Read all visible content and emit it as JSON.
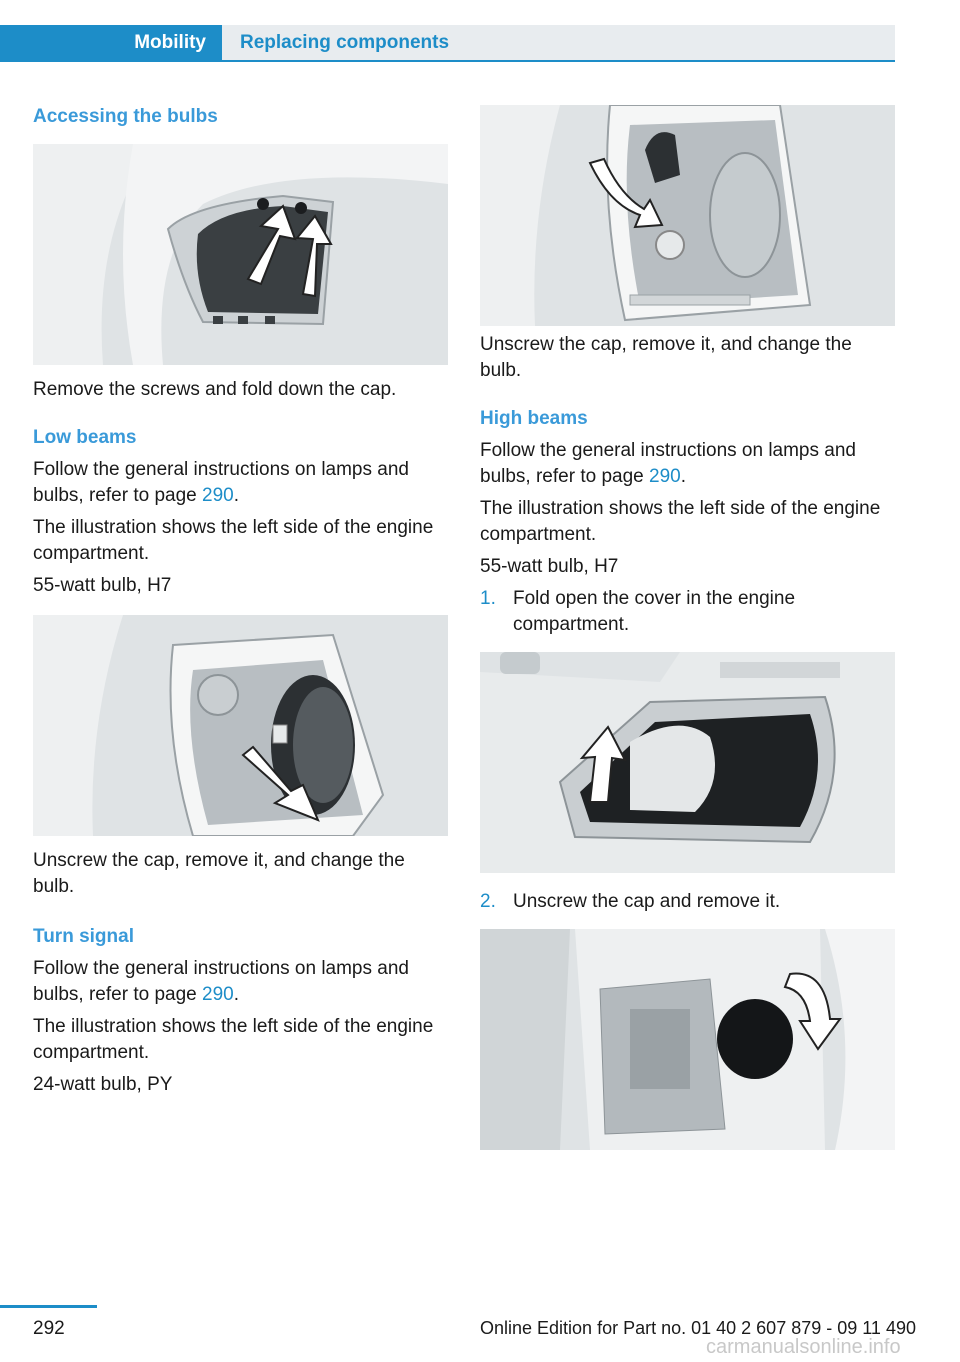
{
  "header": {
    "section": "Mobility",
    "chapter": "Replacing components"
  },
  "left": {
    "access_heading": "Accessing the bulbs",
    "access_caption": "Remove the screws and fold down the cap.",
    "low_heading": "Low beams",
    "low_p1_pre": "Follow the general instructions on lamps and bulbs, refer to page ",
    "low_p1_link": "290",
    "low_p1_post": ".",
    "low_p2": "The illustration shows the left side of the engine compartment.",
    "low_p3": "55-watt bulb, H7",
    "low_caption": "Unscrew the cap, remove it, and change the bulb.",
    "turn_heading": "Turn signal",
    "turn_p1_pre": "Follow the general instructions on lamps and bulbs, refer to page ",
    "turn_p1_link": "290",
    "turn_p1_post": ".",
    "turn_p2": "The illustration shows the left side of the engine compartment.",
    "turn_p3": "24-watt bulb, PY"
  },
  "right": {
    "turn_caption": "Unscrew the cap, remove it, and change the bulb.",
    "high_heading": "High beams",
    "high_p1_pre": "Follow the general instructions on lamps and bulbs, refer to page ",
    "high_p1_link": "290",
    "high_p1_post": ".",
    "high_p2": "The illustration shows the left side of the engine compartment.",
    "high_p3": "55-watt bulb, H7",
    "steps": [
      {
        "num": "1.",
        "text": "Fold open the cover in the engine compartment."
      },
      {
        "num": "2.",
        "text": "Unscrew the cap and remove it."
      }
    ]
  },
  "footer": {
    "page": "292",
    "edition": "Online Edition for Part no. 01 40 2 607 879 - 09 11 490",
    "watermark": "carmanualsonline.info"
  },
  "colors": {
    "accent": "#1d8dc8",
    "heading": "#3a9ad9",
    "figure_bg": "#dfe3e5"
  }
}
